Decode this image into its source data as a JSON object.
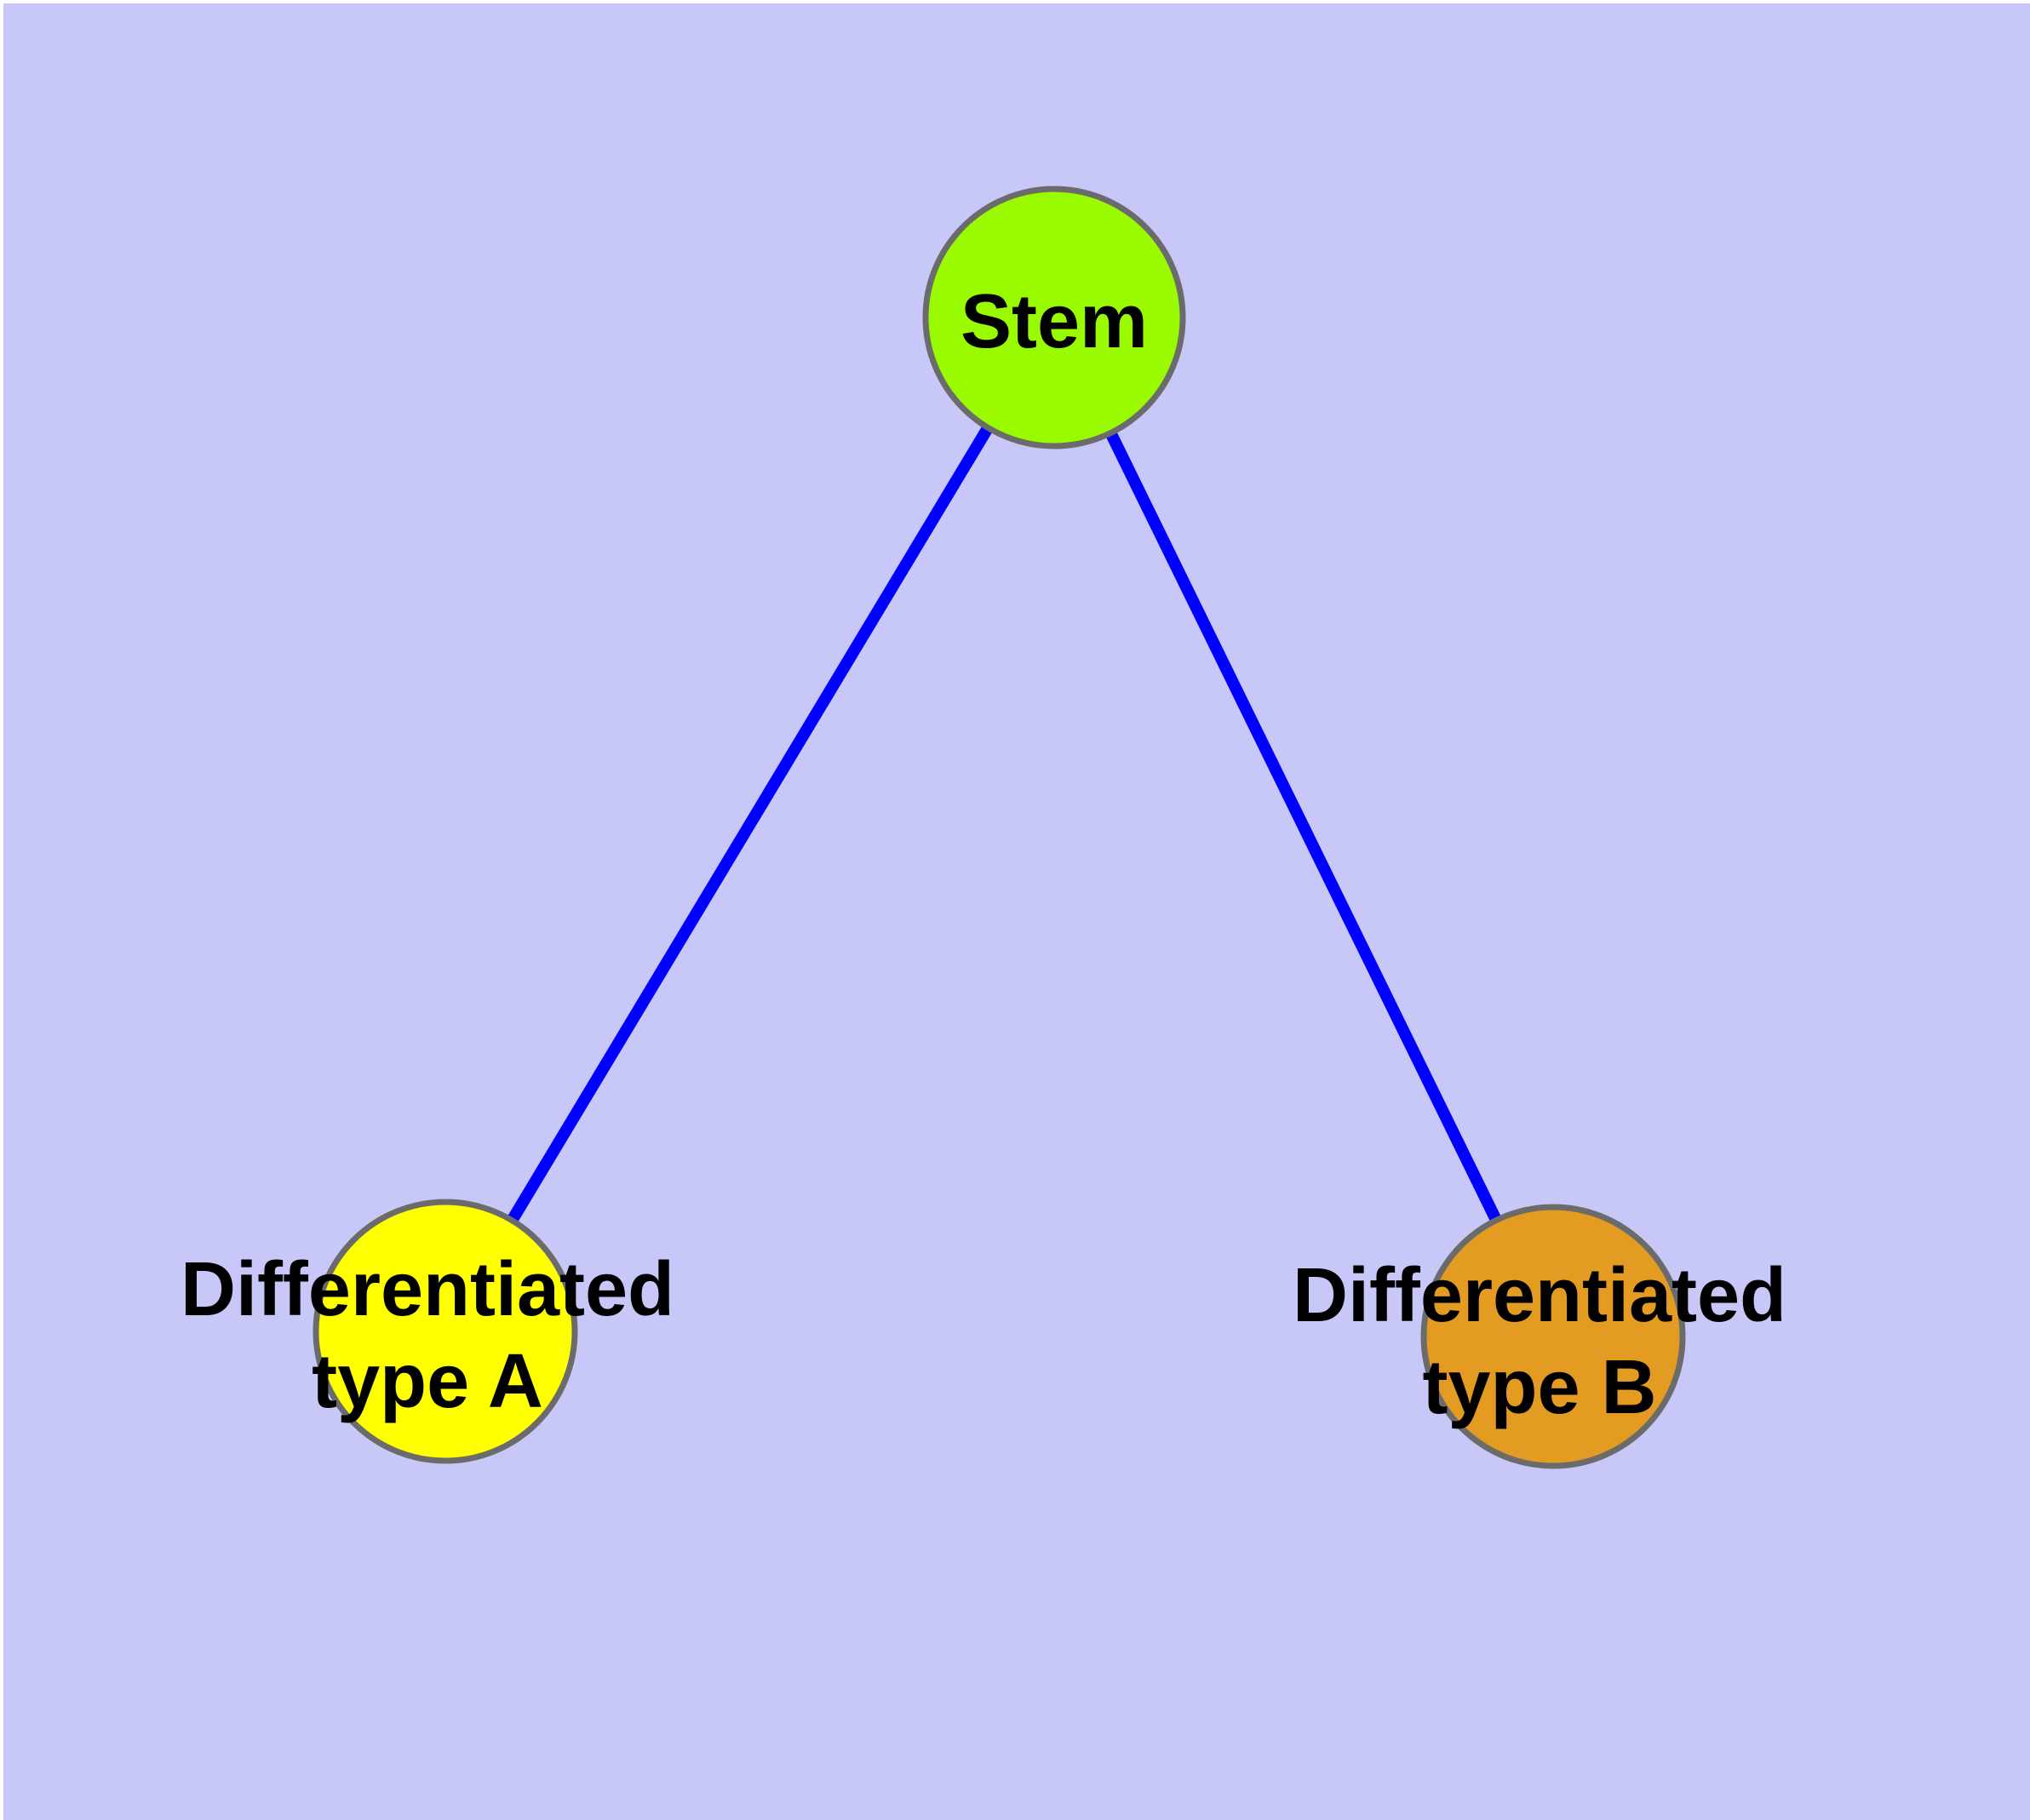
{
  "diagram": {
    "type": "graph",
    "background_color": "#c8c8f8",
    "node_border_color": "#6b6b6b",
    "edge_color": "#0000ff",
    "text_color": "#000000",
    "nodes": {
      "stem": {
        "label": "Stem",
        "fill": "#9afa00"
      },
      "typeA": {
        "label": "Differentiated type A",
        "line1": "Differentiated",
        "line2": "type A",
        "fill": "#ffff00"
      },
      "typeB": {
        "label": "Differentiated type B",
        "line1": "Differentiated",
        "line2": "type B",
        "fill": "#e49b22"
      }
    },
    "edges": [
      {
        "from": "Stem",
        "to": "Differentiated type A"
      },
      {
        "from": "Stem",
        "to": "Differentiated type B"
      }
    ]
  }
}
